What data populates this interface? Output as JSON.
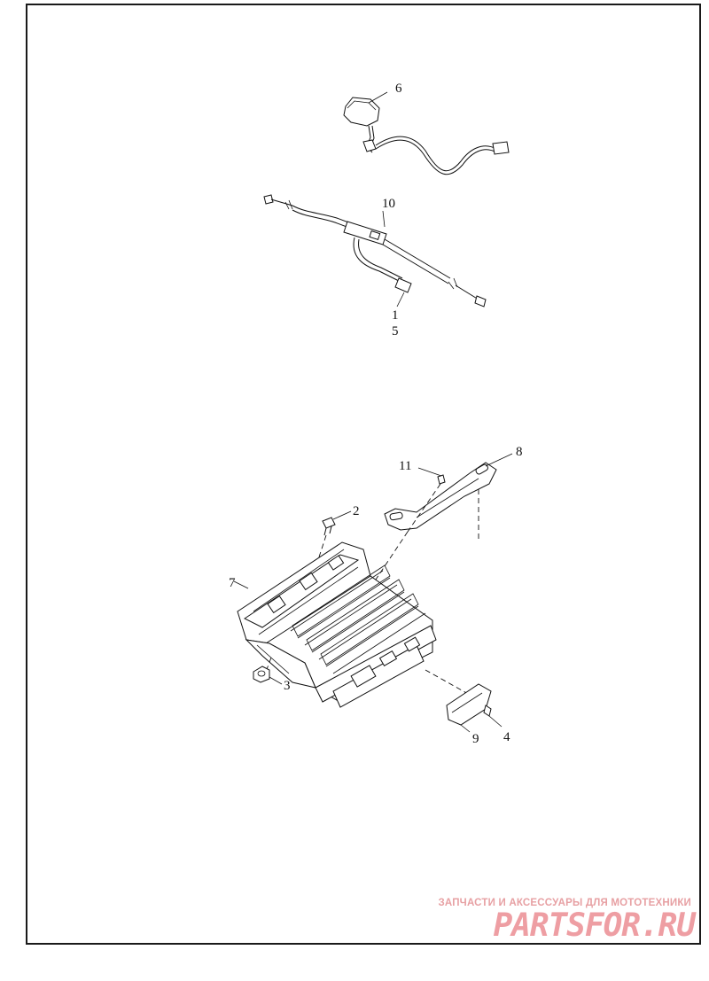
{
  "callouts": {
    "c1": "1",
    "c2": "2",
    "c3": "3",
    "c4": "4",
    "c5": "5",
    "c6": "6",
    "c7": "7",
    "c8": "8",
    "c9": "9",
    "c10": "10",
    "c11": "11"
  },
  "watermark": {
    "tagline": "ЗАПЧАСТИ И АКСЕССУАРЫ ДЛЯ МОТОТЕХНИКИ",
    "logo": "PARTSFOR.RU",
    "color": "#e8a0a4"
  }
}
